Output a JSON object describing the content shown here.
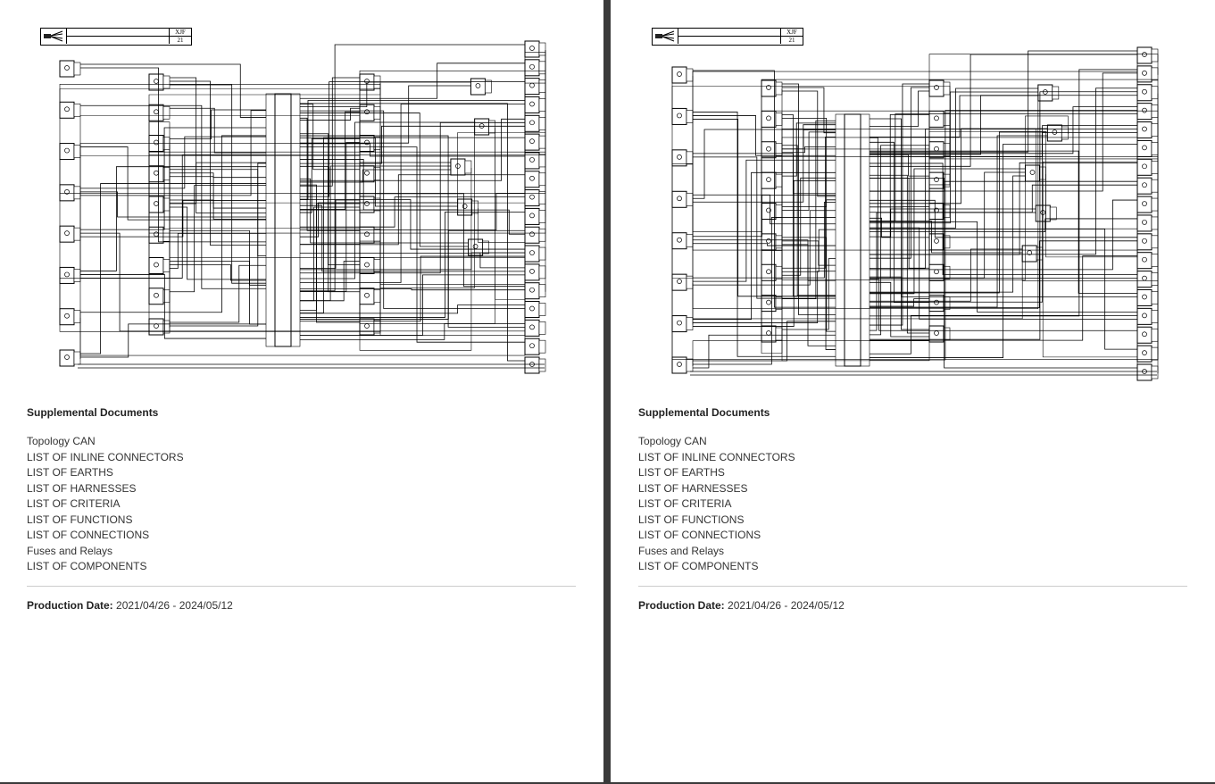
{
  "pages": [
    {
      "title_block": {
        "code": "XJF",
        "number": "21"
      },
      "supplemental": {
        "heading": "Supplemental Documents",
        "links": [
          "Topology CAN",
          "LIST OF INLINE CONNECTORS",
          "LIST OF EARTHS",
          "LIST OF HARNESSES",
          "LIST OF CRITERIA",
          "LIST OF FUNCTIONS",
          "LIST OF CONNECTIONS",
          "Fuses and Relays",
          "LIST OF COMPONENTS"
        ]
      },
      "production_date": {
        "label": "Production Date:",
        "value": "2021/04/26 - 2024/05/12"
      }
    },
    {
      "title_block": {
        "code": "XJF",
        "number": "21"
      },
      "supplemental": {
        "heading": "Supplemental Documents",
        "links": [
          "Topology CAN",
          "LIST OF INLINE CONNECTORS",
          "LIST OF EARTHS",
          "LIST OF HARNESSES",
          "LIST OF CRITERIA",
          "LIST OF FUNCTIONS",
          "LIST OF CONNECTIONS",
          "Fuses and Relays",
          "LIST OF COMPONENTS"
        ]
      },
      "production_date": {
        "label": "Production Date:",
        "value": "2021/04/26 - 2024/05/12"
      }
    }
  ]
}
